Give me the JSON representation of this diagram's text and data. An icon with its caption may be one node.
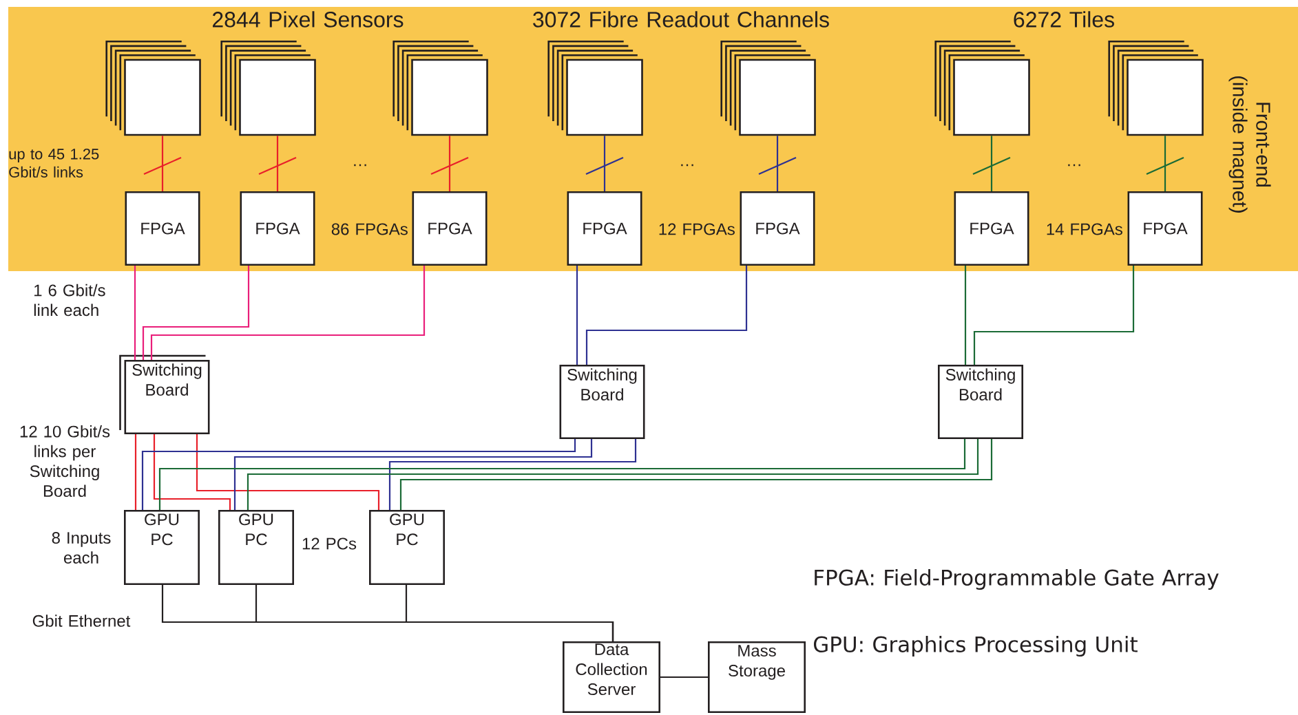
{
  "diagram": {
    "nodes": [
      {
        "text": [
          "Front-end (inside magnet)"
        ]
      },
      {
        "text": [],
        "shape": "box",
        "in": 0
      },
      {
        "text": [],
        "shape": "box",
        "in": 0
      },
      {
        "text": [],
        "shape": "box",
        "in": 0
      },
      {
        "text": [],
        "shape": "box",
        "in": 0
      },
      {
        "text": [],
        "shape": "box",
        "in": 0
      },
      {
        "text": [],
        "shape": "box",
        "in": 0
      },
      {
        "text": [],
        "shape": "box",
        "in": 0
      },
      {
        "text": [
          "FPGA"
        ],
        "in": 0
      },
      {
        "text": [
          "FPGA"
        ],
        "in": 0
      },
      {
        "text": [
          "FPGA"
        ],
        "in": 0
      },
      {
        "text": [
          "FPGA"
        ],
        "in": 0
      },
      {
        "text": [
          "FPGA"
        ],
        "in": 0
      },
      {
        "text": [
          "FPGA"
        ],
        "in": 0
      },
      {
        "text": [
          "FPGA"
        ],
        "in": 0
      },
      {
        "text": [
          "Switching Board"
        ]
      },
      {
        "text": [
          "Switching Board"
        ]
      },
      {
        "text": [
          "Switching Board"
        ]
      },
      {
        "text": [
          "GPU PC"
        ]
      },
      {
        "text": [
          "GPU PC"
        ]
      },
      {
        "text": [
          "GPU PC"
        ]
      },
      {
        "text": [
          "Data Collection Server"
        ]
      },
      {
        "text": [
          "Mass Storage"
        ]
      }
    ],
    "edges": [
      {
        "from": 1,
        "to": 8,
        "arrow": "none",
        "color": "#e8202a"
      },
      {
        "from": 2,
        "to": 9,
        "arrow": "none",
        "color": "#e8202a"
      },
      {
        "from": 3,
        "to": 10,
        "arrow": "none",
        "color": "#e8202a"
      },
      {
        "from": 4,
        "to": 11,
        "arrow": "none",
        "color": "#2e3192"
      },
      {
        "from": 5,
        "to": 12,
        "arrow": "none",
        "color": "#2e3192"
      },
      {
        "from": 6,
        "to": 13,
        "arrow": "none",
        "color": "#1b6b36"
      },
      {
        "from": 7,
        "to": 14,
        "arrow": "none",
        "color": "#1b6b36"
      },
      {
        "from": 8,
        "to": 15,
        "arrow": "none",
        "color": "#e91e7a"
      },
      {
        "from": 9,
        "to": 15,
        "arrow": "none",
        "color": "#e91e7a"
      },
      {
        "from": 10,
        "to": 15,
        "arrow": "none",
        "color": "#e91e7a"
      },
      {
        "from": 11,
        "to": 16,
        "arrow": "none",
        "color": "#2e3192"
      },
      {
        "from": 12,
        "to": 16,
        "arrow": "none",
        "color": "#2e3192"
      },
      {
        "from": 13,
        "to": 17,
        "arrow": "none",
        "color": "#1b6b36"
      },
      {
        "from": 14,
        "to": 17,
        "arrow": "none",
        "color": "#1b6b36"
      },
      {
        "from": 15,
        "to": 18,
        "arrow": "none",
        "color": "#e8202a"
      },
      {
        "from": 15,
        "to": 19,
        "arrow": "none",
        "color": "#e8202a"
      },
      {
        "from": 15,
        "to": 20,
        "arrow": "none",
        "color": "#e8202a"
      },
      {
        "from": 16,
        "to": 18,
        "arrow": "none",
        "color": "#2e3192"
      },
      {
        "from": 16,
        "to": 19,
        "arrow": "none",
        "color": "#2e3192"
      },
      {
        "from": 16,
        "to": 20,
        "arrow": "none",
        "color": "#2e3192"
      },
      {
        "from": 17,
        "to": 18,
        "arrow": "none",
        "color": "#1b6b36"
      },
      {
        "from": 17,
        "to": 19,
        "arrow": "none",
        "color": "#1b6b36"
      },
      {
        "from": 17,
        "to": 20,
        "arrow": "none",
        "color": "#1b6b36"
      },
      {
        "from": 18,
        "to": 21,
        "arrow": "none",
        "color": "#231f20"
      },
      {
        "from": 19,
        "to": 21,
        "arrow": "none",
        "color": "#231f20"
      },
      {
        "from": 20,
        "to": 21,
        "arrow": "none",
        "color": "#231f20"
      },
      {
        "from": 21,
        "to": 22,
        "arrow": "none",
        "color": "#231f20"
      }
    ],
    "labels": [
      "2844 Pixel Sensors",
      "3072 Fibre Readout Channels",
      "6272 Tiles",
      "up to 45 1.25 Gbit/s links",
      "…",
      "…",
      "…",
      "86 FPGAs",
      "12 FPGAs",
      "14 FPGAs",
      "1 6 Gbit/s link each",
      "12 10 Gbit/s links per Switching Board",
      "8 Inputs each",
      "12 PCs",
      "Gbit Ethernet",
      "FPGA: Field-Programmable Gate Array",
      "GPU: Graphics Processing Unit"
    ]
  }
}
